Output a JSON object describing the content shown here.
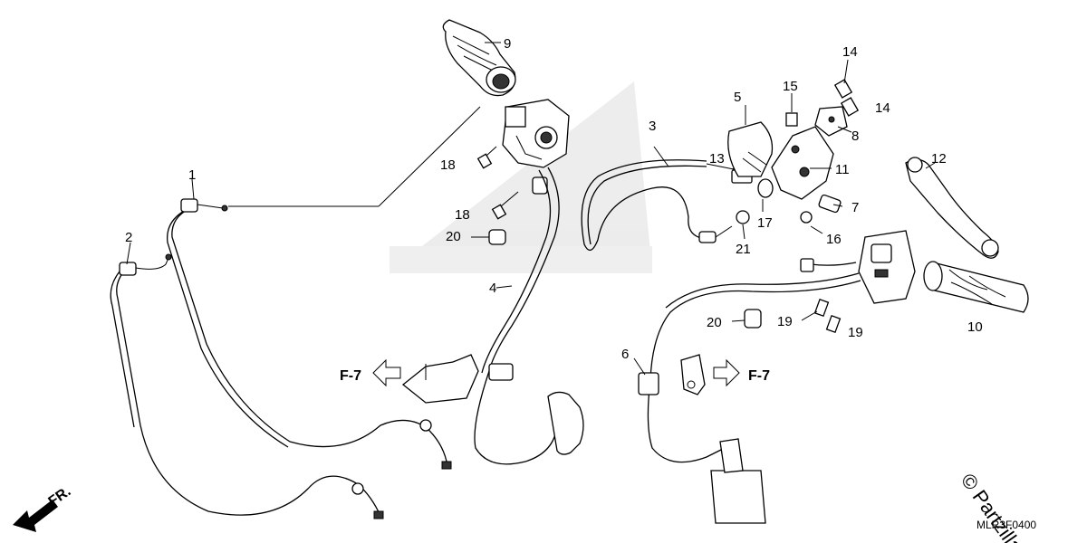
{
  "callouts": {
    "p1": "1",
    "p2": "2",
    "p3": "3",
    "p4": "4",
    "p5": "5",
    "p6": "6",
    "p7": "7",
    "p8": "8",
    "p9": "9",
    "p10": "10",
    "p11": "11",
    "p12": "12",
    "p13": "13",
    "p14a": "14",
    "p14b": "14",
    "p15": "15",
    "p16": "16",
    "p17": "17",
    "p18a": "18",
    "p18b": "18",
    "p19a": "19",
    "p19b": "19",
    "p20a": "20",
    "p20b": "20",
    "p21": "21"
  },
  "refs": {
    "left": "F-7",
    "right": "F-7"
  },
  "front_label": "FR.",
  "diagram_code": "MLR3F0400",
  "watermark": "© Partzilla"
}
